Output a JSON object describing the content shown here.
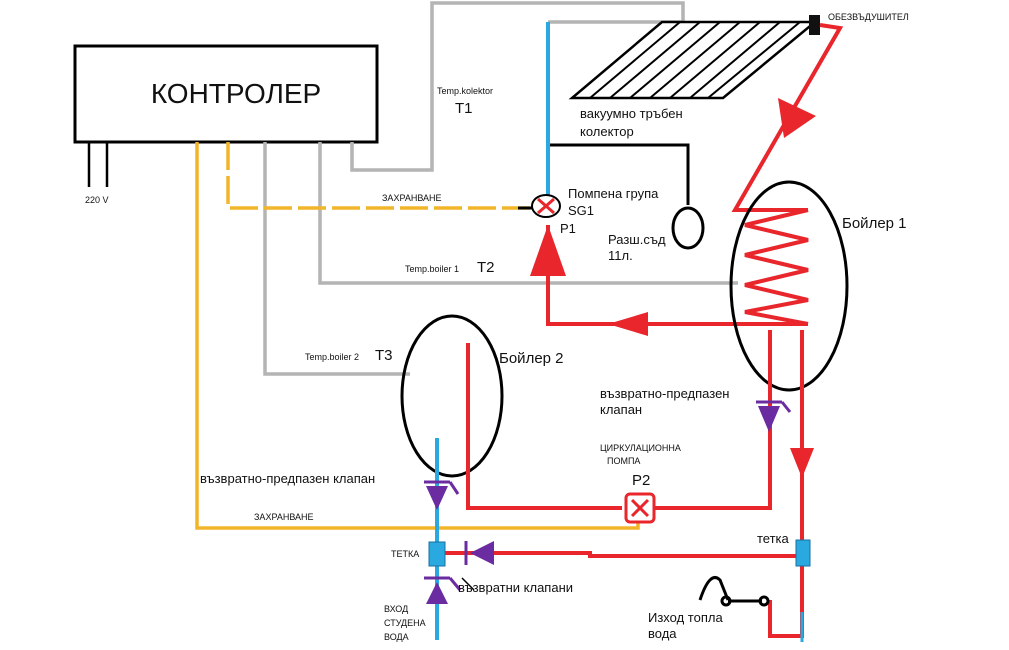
{
  "colors": {
    "supply": "#f2b52a",
    "sensor": "#b4b4b4",
    "hot": "#e8262c",
    "cold": "#2aa8e0",
    "valve": "#6a2ca0",
    "outline": "#000000"
  },
  "labels": {
    "controller": "КОНТРОЛЕР",
    "voltage": "220 V",
    "t1_caption": "Temp.kolektor",
    "t1": "T1",
    "deaerator": "ОБЕЗВЪДУШИТЕЛ",
    "collector_line1": "вакуумно тръбен",
    "collector_line2": "колектор",
    "pump_group_line1": "Помпена група",
    "pump_group_line2": "SG1",
    "p1": "P1",
    "supply_top": "ЗАХРАНВАНЕ",
    "expansion_line1": "Разш.съд",
    "expansion_line2": "11л.",
    "boiler1": "Бойлер 1",
    "t2_caption": "Temp.boiler 1",
    "t2": "T2",
    "t3_caption": "Temp.boiler 2",
    "t3": "T3",
    "boiler2": "Бойлер 2",
    "check_valve_right_line1": "възвратно-предпазен",
    "check_valve_right_line2": "клапан",
    "circ_pump_line1": "ЦИРКУЛАЦИОННА",
    "circ_pump_line2": "ПОМПА",
    "p2": "P2",
    "check_valve_left": "възвратно-предпазен клапан",
    "supply_bottom": "ЗАХРАНВАНЕ",
    "tee_left": "ТЕТКА",
    "tee_right": "тетка",
    "check_valves": "възвратни клапани",
    "cold_in_line1": "ВХОД",
    "cold_in_line2": "СТУДЕНА",
    "cold_in_line3": "ВОДА",
    "hot_out_line1": "Изход топла",
    "hot_out_line2": "вода"
  }
}
